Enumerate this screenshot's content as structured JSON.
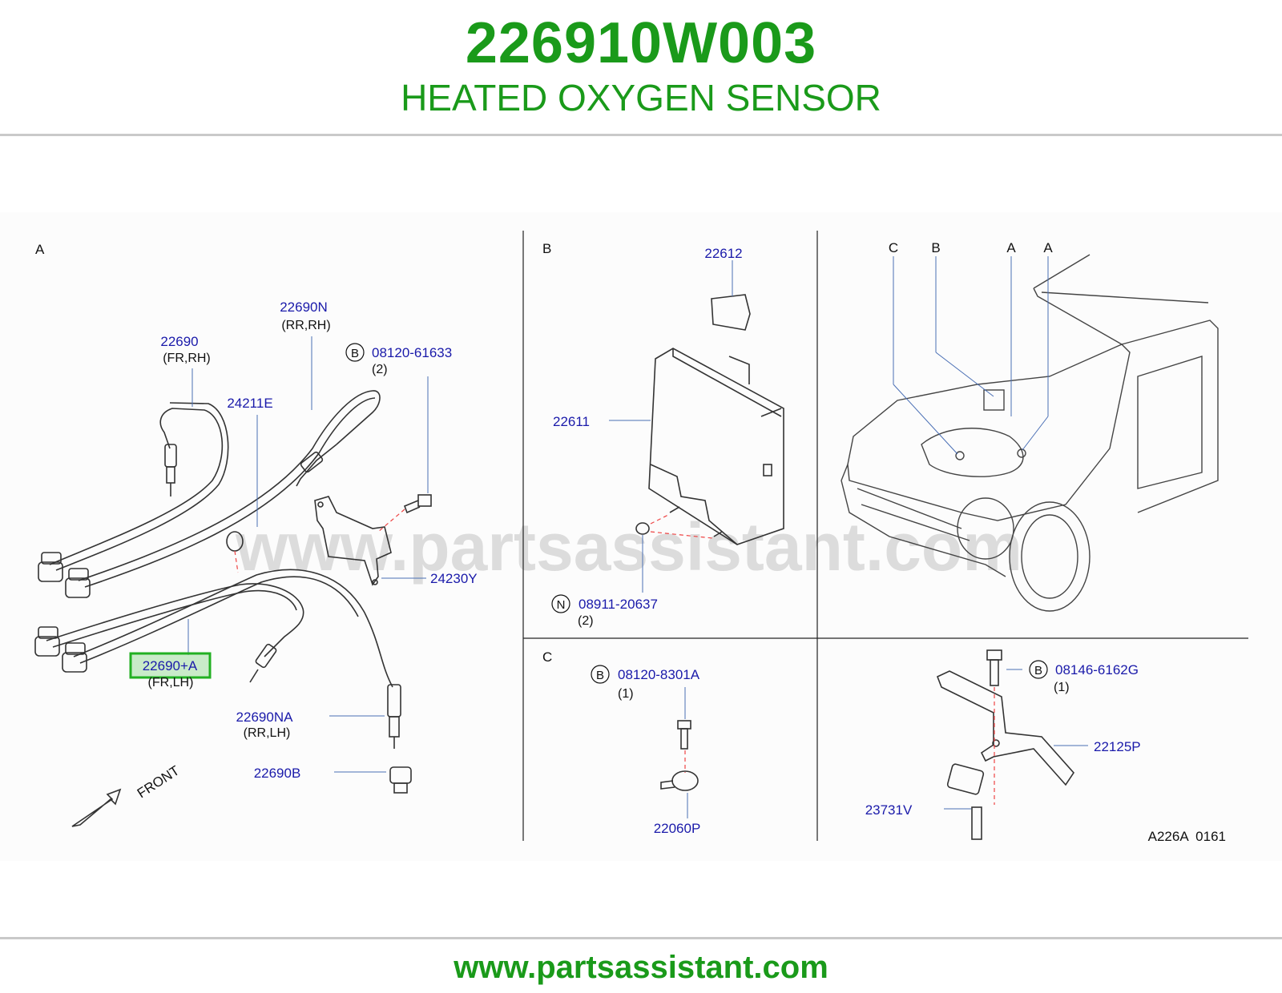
{
  "header": {
    "part_number": "226910W003",
    "part_name": "HEATED OXYGEN SENSOR"
  },
  "diagram": {
    "sections": {
      "a": "A",
      "b": "B",
      "c": "C"
    },
    "vehicle_callouts": [
      "C",
      "B",
      "A",
      "A"
    ],
    "watermark": "www.partsassistant.com",
    "front_label": "FRONT",
    "figure_code": "A226A  0161",
    "highlight_color": "#22b022",
    "callouts": {
      "p22690": {
        "part": "22690",
        "note": "(FR,RH)"
      },
      "p22690N": {
        "part": "22690N",
        "note": "(RR,RH)"
      },
      "p24211E": {
        "part": "24211E"
      },
      "p08120_61633": {
        "prefix": "B",
        "part": "08120-61633",
        "note": "(2)"
      },
      "p24230Y": {
        "part": "24230Y"
      },
      "p22690A": {
        "part": "22690+A",
        "note": "(FR,LH)",
        "highlighted": true
      },
      "p22690NA": {
        "part": "22690NA",
        "note": "(RR,LH)"
      },
      "p22690B": {
        "part": "22690B"
      },
      "p22612": {
        "part": "22612"
      },
      "p22611": {
        "part": "22611"
      },
      "p08911_20637": {
        "prefix": "N",
        "part": "08911-20637",
        "note": "(2)"
      },
      "p08120_8301A": {
        "prefix": "B",
        "part": "08120-8301A",
        "note": "(1)"
      },
      "p22060P": {
        "part": "22060P"
      },
      "p08146_6162G": {
        "prefix": "B",
        "part": "08146-6162G",
        "note": "(1)"
      },
      "p22125P": {
        "part": "22125P"
      },
      "p23731V": {
        "part": "23731V"
      }
    }
  },
  "footer": {
    "url": "www.partsassistant.com"
  }
}
